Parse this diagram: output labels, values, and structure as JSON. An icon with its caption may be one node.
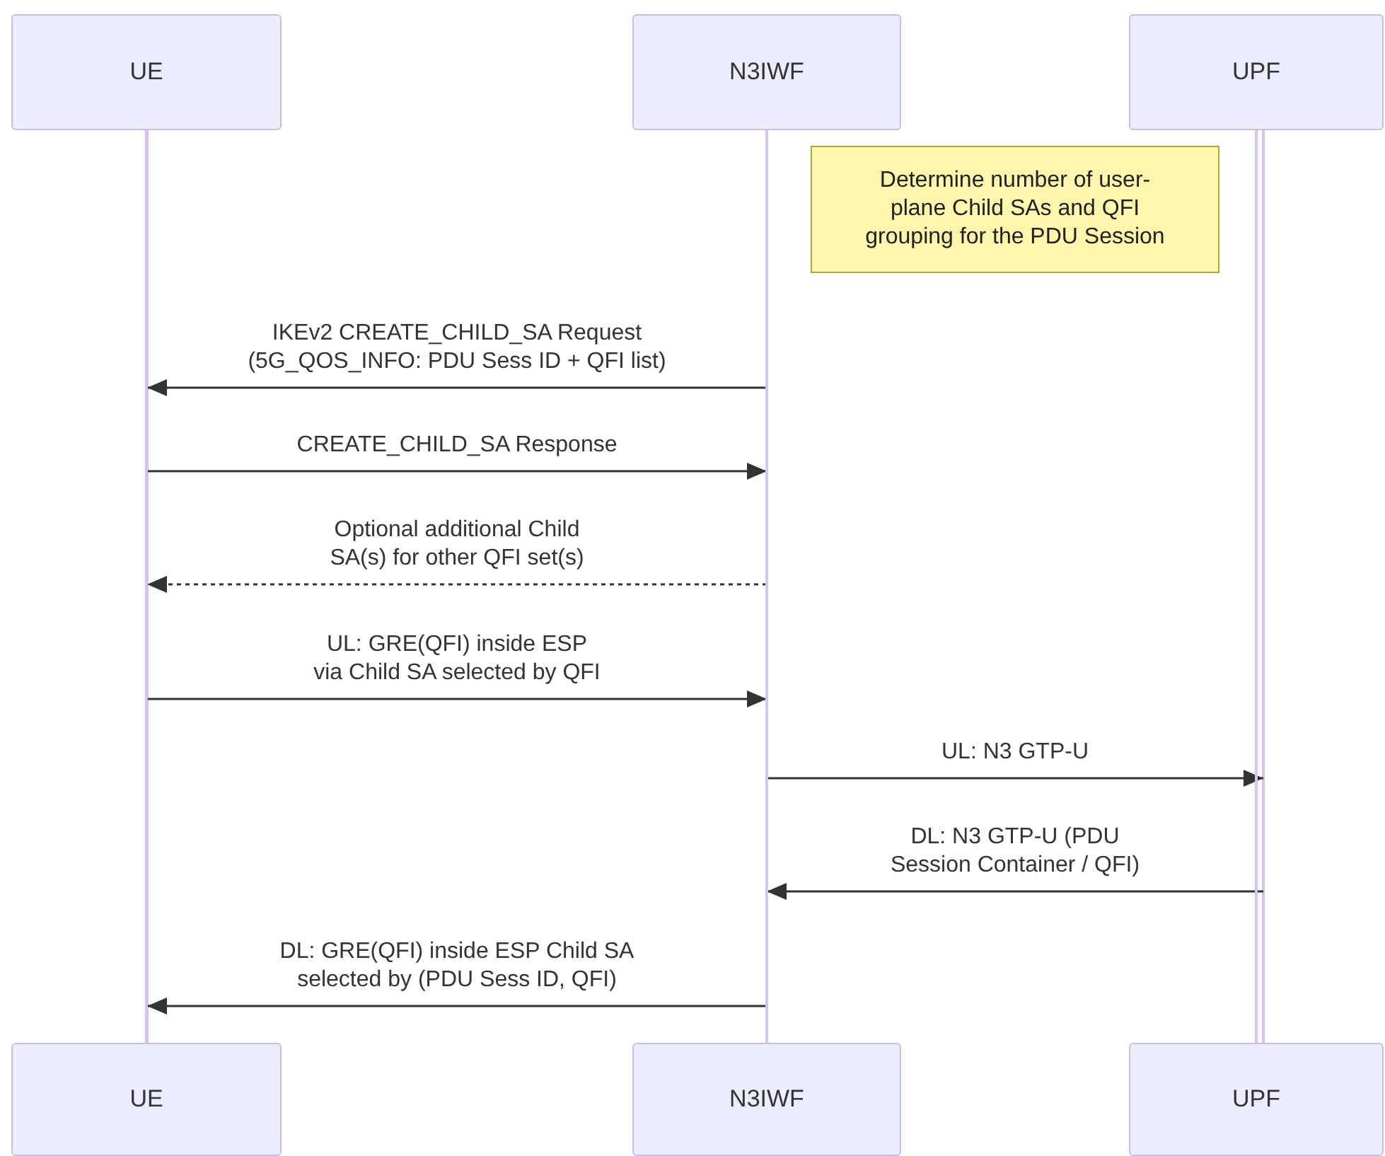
{
  "diagram": {
    "nodes": [
      {
        "text": [
          "UE"
        ]
      },
      {
        "text": [
          "N3IWF"
        ]
      },
      {
        "text": [
          "UPF"
        ]
      },
      {
        "text": [
          "Determine number of user-plane Child SAs and QFI grouping for the PDU Session"
        ]
      },
      {
        "text": [
          "UE"
        ]
      },
      {
        "text": [
          "N3IWF"
        ]
      },
      {
        "text": [
          "UPF"
        ]
      }
    ],
    "edges": [
      {
        "from": 0,
        "to": 4,
        "arrow": "none",
        "color": "#d4c4f2"
      },
      {
        "from": 1,
        "to": 5,
        "arrow": "none",
        "color": "#d4c4f2"
      },
      {
        "from": 2,
        "to": 6,
        "arrow": "none",
        "color": "#d4c4f2"
      },
      {
        "from": 1,
        "to": 0,
        "arrow": "to",
        "label": "IKEv2 CREATE_CHILD_SA Request (5G_QOS_INFO: PDU Sess ID + QFI list)"
      },
      {
        "from": 0,
        "to": 1,
        "arrow": "to",
        "label": "CREATE_CHILD_SA Response"
      },
      {
        "from": 1,
        "to": 0,
        "arrow": "to",
        "label": "Optional additional Child SA(s) for other QFI set(s)",
        "style": "dashed"
      },
      {
        "from": 0,
        "to": 1,
        "arrow": "to",
        "label": "UL: GRE(QFI) inside ESP via Child SA selected by QFI"
      },
      {
        "from": 1,
        "to": 2,
        "arrow": "to",
        "label": "UL: N3 GTP-U"
      },
      {
        "from": 2,
        "to": 1,
        "arrow": "to",
        "label": "DL: N3 GTP-U (PDU Session Container / QFI)"
      },
      {
        "from": 1,
        "to": 0,
        "arrow": "to",
        "label": "DL: GRE(QFI) inside ESP Child SA selected by (PDU Sess ID, QFI)"
      }
    ]
  }
}
